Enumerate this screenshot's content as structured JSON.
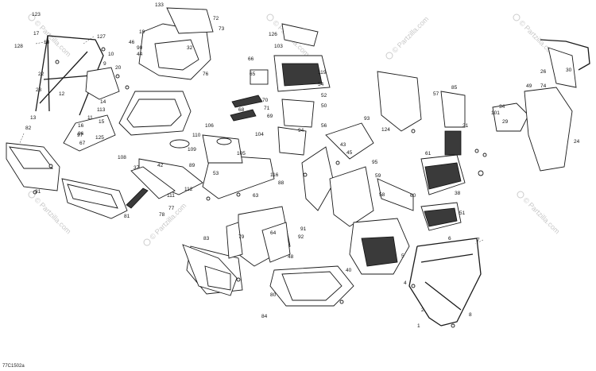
{
  "diagram": {
    "code": "77C1502a",
    "watermark_text": "© Partzilla.com",
    "callouts": [
      {
        "id": "c1",
        "text": "123"
      },
      {
        "id": "c2",
        "text": "17"
      },
      {
        "id": "c3",
        "text": "18"
      },
      {
        "id": "c4",
        "text": "127"
      },
      {
        "id": "c5",
        "text": "128"
      },
      {
        "id": "c6",
        "text": "10"
      },
      {
        "id": "c7",
        "text": "11"
      },
      {
        "id": "c8",
        "text": "9"
      },
      {
        "id": "c9",
        "text": "20"
      },
      {
        "id": "c10",
        "text": "22"
      },
      {
        "id": "c11",
        "text": "23"
      },
      {
        "id": "c12",
        "text": "14"
      },
      {
        "id": "c13",
        "text": "12"
      },
      {
        "id": "c14",
        "text": "13"
      },
      {
        "id": "c15",
        "text": "16"
      },
      {
        "id": "c16",
        "text": "15"
      },
      {
        "id": "c17",
        "text": "86"
      },
      {
        "id": "c18",
        "text": "125"
      },
      {
        "id": "c19",
        "text": "19"
      },
      {
        "id": "c20",
        "text": "46"
      },
      {
        "id": "c21",
        "text": "44"
      },
      {
        "id": "c22",
        "text": "90"
      },
      {
        "id": "c23",
        "text": "32"
      },
      {
        "id": "c24",
        "text": "133"
      },
      {
        "id": "c25",
        "text": "72"
      },
      {
        "id": "c26",
        "text": "73"
      },
      {
        "id": "c27",
        "text": "76"
      },
      {
        "id": "c28",
        "text": "126"
      },
      {
        "id": "c29",
        "text": "103"
      },
      {
        "id": "c30",
        "text": "119"
      },
      {
        "id": "c31",
        "text": "54"
      },
      {
        "id": "c32",
        "text": "52"
      },
      {
        "id": "c33",
        "text": "50"
      },
      {
        "id": "c34",
        "text": "56"
      },
      {
        "id": "c35",
        "text": "66"
      },
      {
        "id": "c36",
        "text": "65"
      },
      {
        "id": "c37",
        "text": "70"
      },
      {
        "id": "c38",
        "text": "71"
      },
      {
        "id": "c39",
        "text": "68"
      },
      {
        "id": "c40",
        "text": "69"
      },
      {
        "id": "c41",
        "text": "106"
      },
      {
        "id": "c42",
        "text": "110"
      },
      {
        "id": "c43",
        "text": "109"
      },
      {
        "id": "c44",
        "text": "82"
      },
      {
        "id": "c45",
        "text": "97"
      },
      {
        "id": "c46",
        "text": "67"
      },
      {
        "id": "c47",
        "text": "108"
      },
      {
        "id": "c48",
        "text": "37"
      },
      {
        "id": "c49",
        "text": "42"
      },
      {
        "id": "c50",
        "text": "89"
      },
      {
        "id": "c51",
        "text": "112"
      },
      {
        "id": "c52",
        "text": "111"
      },
      {
        "id": "c53",
        "text": "77"
      },
      {
        "id": "c54",
        "text": "81"
      },
      {
        "id": "c55",
        "text": "78"
      },
      {
        "id": "c56",
        "text": "31"
      },
      {
        "id": "c57",
        "text": "116"
      },
      {
        "id": "c58",
        "text": "53"
      },
      {
        "id": "c59",
        "text": "63"
      },
      {
        "id": "c60",
        "text": "88"
      },
      {
        "id": "c61",
        "text": "83"
      },
      {
        "id": "c62",
        "text": "84"
      },
      {
        "id": "c63",
        "text": "124"
      },
      {
        "id": "c64",
        "text": "43"
      },
      {
        "id": "c65",
        "text": "45"
      },
      {
        "id": "c66",
        "text": "95"
      },
      {
        "id": "c67",
        "text": "93"
      },
      {
        "id": "c68",
        "text": "94"
      },
      {
        "id": "c69",
        "text": "91"
      },
      {
        "id": "c70",
        "text": "92"
      },
      {
        "id": "c71",
        "text": "64"
      },
      {
        "id": "c72",
        "text": "79"
      },
      {
        "id": "c73",
        "text": "48"
      },
      {
        "id": "c74",
        "text": "80"
      },
      {
        "id": "c75",
        "text": "26"
      },
      {
        "id": "c76",
        "text": "30"
      },
      {
        "id": "c77",
        "text": "74"
      },
      {
        "id": "c78",
        "text": "49"
      },
      {
        "id": "c79",
        "text": "85"
      },
      {
        "id": "c80",
        "text": "57"
      },
      {
        "id": "c81",
        "text": "101"
      },
      {
        "id": "c82",
        "text": "21"
      },
      {
        "id": "c83",
        "text": "34"
      },
      {
        "id": "c84",
        "text": "29"
      },
      {
        "id": "c85",
        "text": "24"
      },
      {
        "id": "c86",
        "text": "61"
      },
      {
        "id": "c87",
        "text": "38"
      },
      {
        "id": "c88",
        "text": "51"
      },
      {
        "id": "c89",
        "text": "59"
      },
      {
        "id": "c90",
        "text": "58"
      },
      {
        "id": "c91",
        "text": "60"
      },
      {
        "id": "c92",
        "text": "40"
      },
      {
        "id": "c93",
        "text": "2"
      },
      {
        "id": "c94",
        "text": "8"
      },
      {
        "id": "c95",
        "text": "6"
      },
      {
        "id": "c96",
        "text": "7"
      },
      {
        "id": "c97",
        "text": "5"
      },
      {
        "id": "c98",
        "text": "4"
      },
      {
        "id": "c99",
        "text": "1"
      },
      {
        "id": "c100",
        "text": "104"
      },
      {
        "id": "c101",
        "text": "105"
      },
      {
        "id": "c102",
        "text": "113"
      }
    ]
  }
}
